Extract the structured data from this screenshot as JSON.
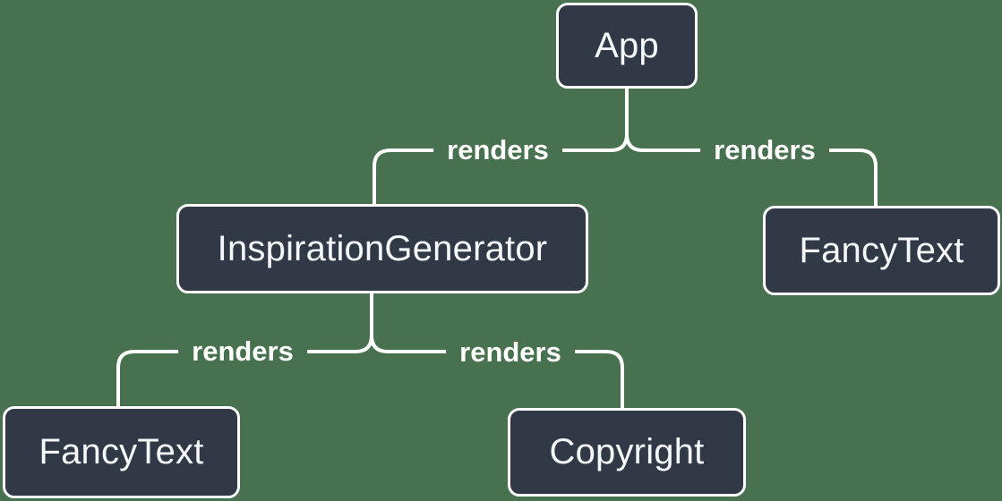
{
  "colors": {
    "background": "#47714F",
    "node_fill": "#313947",
    "node_border": "#FFFFFF",
    "node_text": "#F6F7F9",
    "edge": "#FFFFFF",
    "edge_label_text": "#FFFFFF"
  },
  "nodes": [
    {
      "id": "app",
      "label": "App"
    },
    {
      "id": "inspiration-generator",
      "label": "InspirationGenerator"
    },
    {
      "id": "fancy-text-top",
      "label": "FancyText"
    },
    {
      "id": "fancy-text-bottom",
      "label": "FancyText"
    },
    {
      "id": "copyright",
      "label": "Copyright"
    }
  ],
  "edges": [
    {
      "from": "App",
      "to": "InspirationGenerator",
      "label": "renders"
    },
    {
      "from": "App",
      "to": "FancyText",
      "label": "renders"
    },
    {
      "from": "InspirationGenerator",
      "to": "FancyText",
      "label": "renders"
    },
    {
      "from": "InspirationGenerator",
      "to": "Copyright",
      "label": "renders"
    }
  ]
}
